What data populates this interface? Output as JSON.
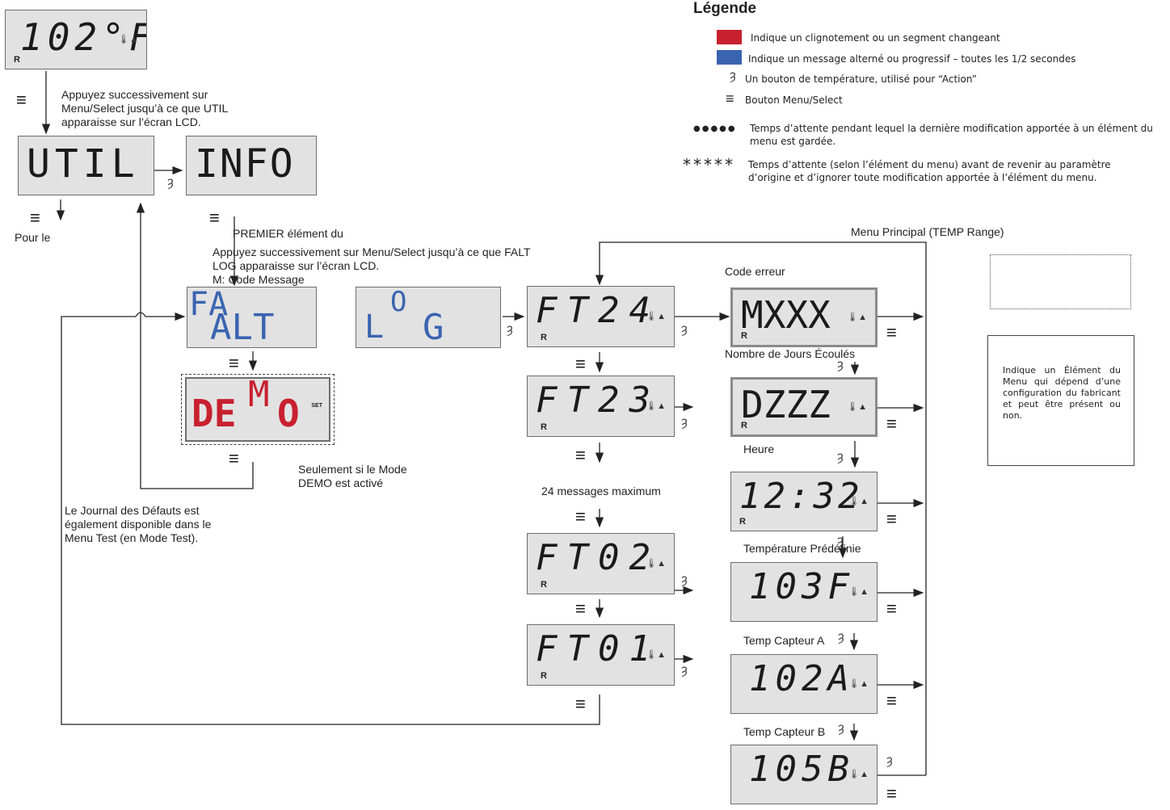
{
  "legend": {
    "title": "Légende",
    "red_text": "Indique un clignotement ou un segment changeant",
    "blue_text": "Indique un message alterné ou progressif – toutes les 1/2 secondes",
    "temp_text": "Un bouton de température, utilisé pour “Action”",
    "menu_text": "Bouton Menu/Select",
    "dots_symbol": "●●●●●",
    "dots_text": "Temps d’attente pendant lequel la dernière modification apportée à un élément du menu est gardée.",
    "stars_symbol": "*****",
    "stars_text": "Temps d’attente (selon l’élément du menu) avant de revenir au paramètre d’origine et d’ignorer toute modification apportée à l’élément du menu.",
    "colors": {
      "red": "#c8202f",
      "blue": "#3a64b0"
    }
  },
  "displays": {
    "top": "102°F",
    "util": "UTIL",
    "info": "INFO",
    "fa": "FA",
    "alt": "ALT",
    "l": "L",
    "o": "O",
    "g": "G",
    "de": "DE",
    "m": "M",
    "o2": "O",
    "set": "SET",
    "ft24": "FT24",
    "ft23": "FT23",
    "ft02": "FT02",
    "ft01": "FT01",
    "mxxx": "MXXX",
    "dzzz": "DZZZ",
    "time": "12:32",
    "t103": "103F",
    "t102a": "102A",
    "t105b": "105B",
    "r": "R"
  },
  "labels": {
    "press_util": "Appuyez successivement sur Menu/Select jusqu’à ce que UTIL apparaisse sur l’écran LCD.",
    "pour_le": "Pour le",
    "premier": "PREMIER élément du",
    "press_falt": "Appuyez successivement sur Menu/Select jusqu’à ce que FALT LOG apparaisse sur l’écran LCD.",
    "m_code": "M: Code Message",
    "demo_only": "Seulement si le Mode DEMO est activé",
    "journal": "Le Journal des Défauts est également disponible dans le Menu Test (en Mode Test).",
    "max24": "24 messages maximum",
    "menu_principal": "Menu Principal (TEMP Range)",
    "code_erreur": "Code erreur",
    "jours": "Nombre de Jours Écoulés",
    "heure": "Heure",
    "temp_pre": "Température Prédéfinie",
    "capteur_a": "Temp Capteur A",
    "capteur_b": "Temp Capteur B",
    "indique_element": "Indique un Élément du Menu qui dépend d’une configuration du fabricant et peut être présent ou non."
  },
  "icons": {
    "menu": "≡",
    "temp": "Ȝ",
    "thermo": "🌡▲"
  }
}
